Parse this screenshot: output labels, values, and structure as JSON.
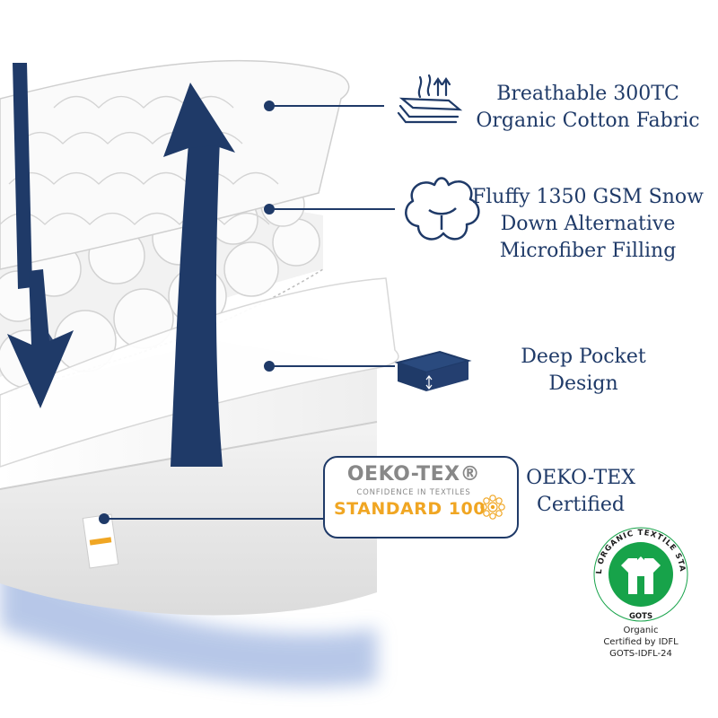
{
  "features": [
    {
      "id": "fabric",
      "lines": [
        "Breathable 300TC",
        "Organic Cotton Fabric"
      ]
    },
    {
      "id": "filling",
      "lines": [
        "Fluffy 1350 GSM Snow",
        "Down Alternative",
        "Microfiber Filling"
      ]
    },
    {
      "id": "pocket",
      "lines": [
        "Deep Pocket",
        "Design"
      ]
    },
    {
      "id": "oeko",
      "lines": [
        "OEKO-TEX",
        "Certified"
      ]
    }
  ],
  "oeko_badge": {
    "title": "OEKO-TEX®",
    "subtitle": "CONFIDENCE IN TEXTILES",
    "standard": "STANDARD 100"
  },
  "gots": {
    "ring_text": "GLOBAL ORGANIC TEXTILE STANDARD",
    "badge": "GOTS",
    "line1": "Organic",
    "line2": "Certified by IDFL",
    "line3": "GOTS-IDFL-24"
  },
  "colors": {
    "navy": "#1f3a68",
    "gots_green": "#17a34a",
    "oeko_orange": "#f0a623",
    "glow": "#7e9bd6"
  },
  "icons": [
    "fabric-layers-icon",
    "cotton-boll-icon",
    "mattress-box-icon",
    "oeko-flower-icon",
    "gots-shirt-icon"
  ]
}
